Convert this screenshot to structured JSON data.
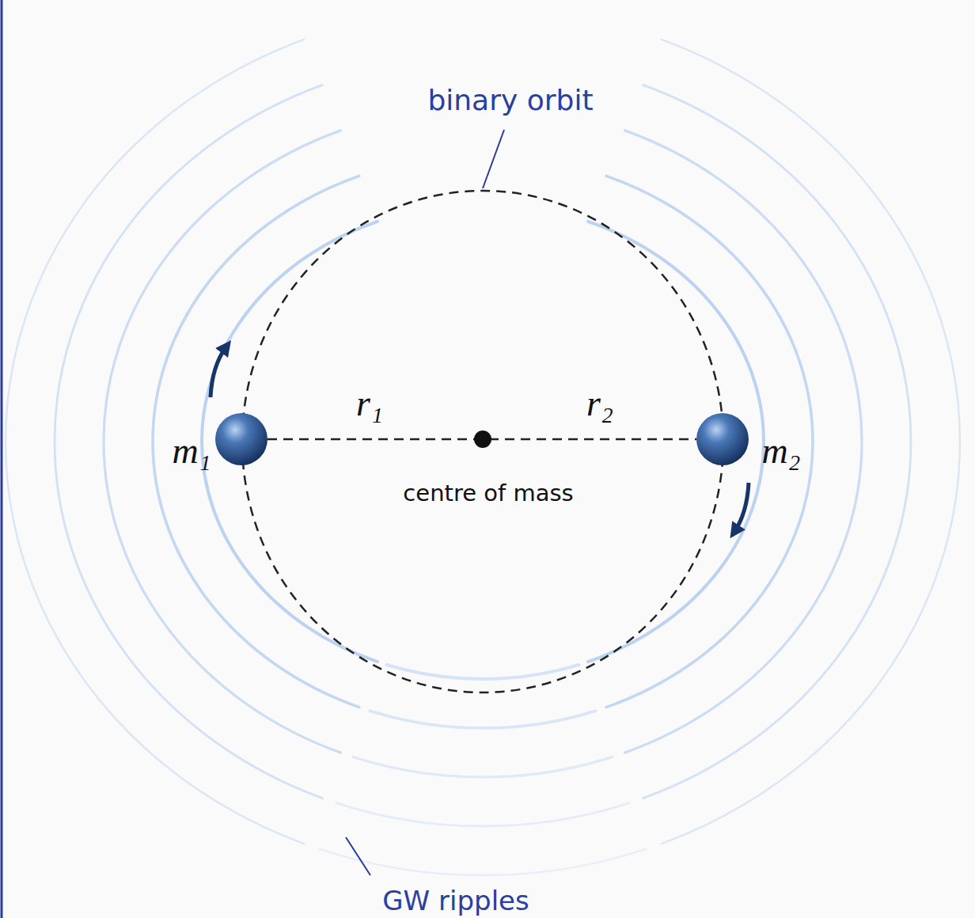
{
  "diagram": {
    "labels": [
      "binary orbit",
      "r₁",
      "r₂",
      "m₁",
      "m₂",
      "centre of mass",
      "GW ripples"
    ]
  }
}
